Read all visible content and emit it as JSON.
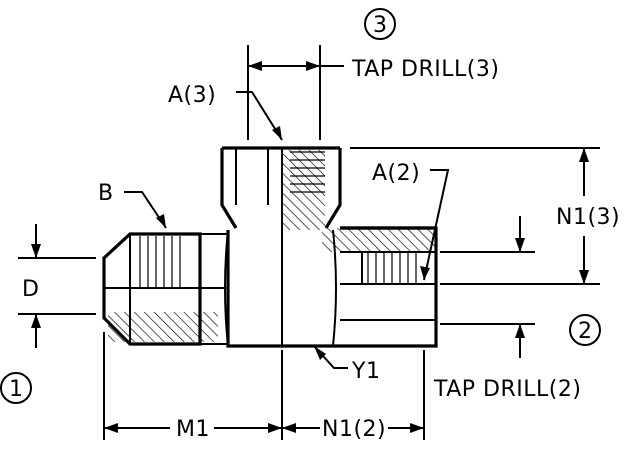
{
  "labels": {
    "port3_number": "3",
    "tap_drill_3": "TAP DRILL(3)",
    "a3": "A(3)",
    "a2": "A(2)",
    "b": "B",
    "n1_3": "N1(3)",
    "d": "D",
    "port2_number": "2",
    "port1_number": "1",
    "y1": "Y1",
    "tap_drill_2": "TAP DRILL(2)",
    "m1": "M1",
    "n1_2": "N1(2)"
  }
}
